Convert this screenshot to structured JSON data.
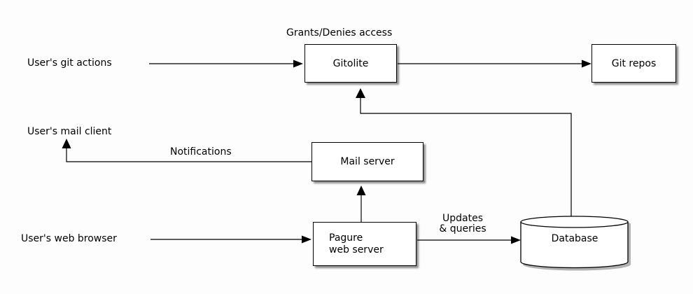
{
  "diagram": {
    "background": "#fdfdfd",
    "colors": {
      "line": "#000000",
      "box_fill": "#ffffff",
      "box_border": "#000000",
      "shadow": "#9a9a9a",
      "text": "#000000"
    },
    "nodes": {
      "gitolite": {
        "label": "Gitolite",
        "shape": "box"
      },
      "git_repos": {
        "label": "Git repos",
        "shape": "box"
      },
      "mail_server": {
        "label": "Mail server",
        "shape": "box"
      },
      "pagure": {
        "label_line1": "Pagure",
        "label_line2": "web server",
        "shape": "box"
      },
      "database": {
        "label": "Database",
        "shape": "cylinder"
      }
    },
    "labels": {
      "grants_denies": "Grants/Denies access",
      "users_git_actions": "User's git actions",
      "users_mail_client": "User's mail client",
      "users_web_browser": "User's web browser",
      "notifications": "Notifications",
      "updates_line1": "Updates",
      "updates_line2": "& queries"
    },
    "edges": [
      {
        "from": "User's git actions",
        "to": "Gitolite",
        "label": ""
      },
      {
        "from": "Gitolite",
        "to": "Git repos",
        "label": "Grants/Denies access"
      },
      {
        "from": "Database",
        "to": "Gitolite",
        "label": ""
      },
      {
        "from": "Mail server",
        "to": "User's mail client",
        "label": "Notifications"
      },
      {
        "from": "Pagure web server",
        "to": "Mail server",
        "label": ""
      },
      {
        "from": "User's web browser",
        "to": "Pagure web server",
        "label": ""
      },
      {
        "from": "Pagure web server",
        "to": "Database",
        "label": "Updates & queries"
      }
    ]
  }
}
